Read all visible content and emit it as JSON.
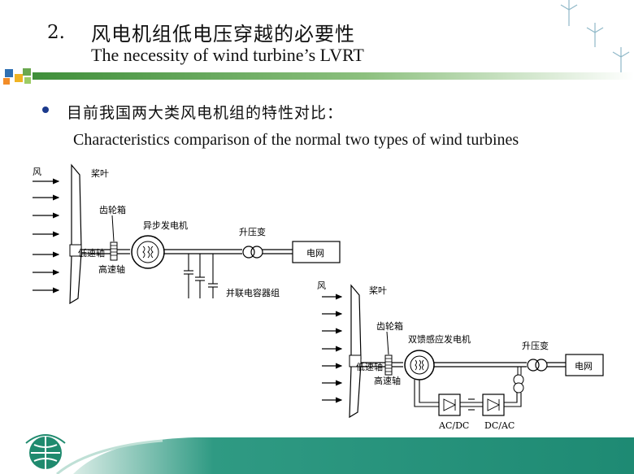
{
  "slide": {
    "number": "2.",
    "title_cn": "风电机组低电压穿越的必要性",
    "title_en": "The necessity of wind turbine’s LVRT",
    "bullet_cn": "目前我国两大类风电机组的特性对比：",
    "bullet_en": "Characteristics comparison of the normal two types of wind turbines"
  },
  "diagram1": {
    "wind": "风",
    "blade": "桨叶",
    "gearbox": "齿轮箱",
    "generator": "异步发电机",
    "low_speed_shaft": "低速轴",
    "high_speed_shaft": "高速轴",
    "transformer": "升压变",
    "grid": "电网",
    "capacitors": "并联电容器组"
  },
  "diagram2": {
    "wind": "风",
    "blade": "桨叶",
    "gearbox": "齿轮箱",
    "generator": "双馈感应发电机",
    "low_speed_shaft": "低速轴",
    "high_speed_shaft": "高速轴",
    "transformer": "升压变",
    "grid": "电网",
    "converter1": "AC/DC",
    "converter2": "DC/AC"
  },
  "colors": {
    "accent_green": "#2e8b6a",
    "bar_green": "#4f9e4a",
    "footer_teal": "#2a8f7c",
    "bullet_blue": "#1b3a8c"
  }
}
